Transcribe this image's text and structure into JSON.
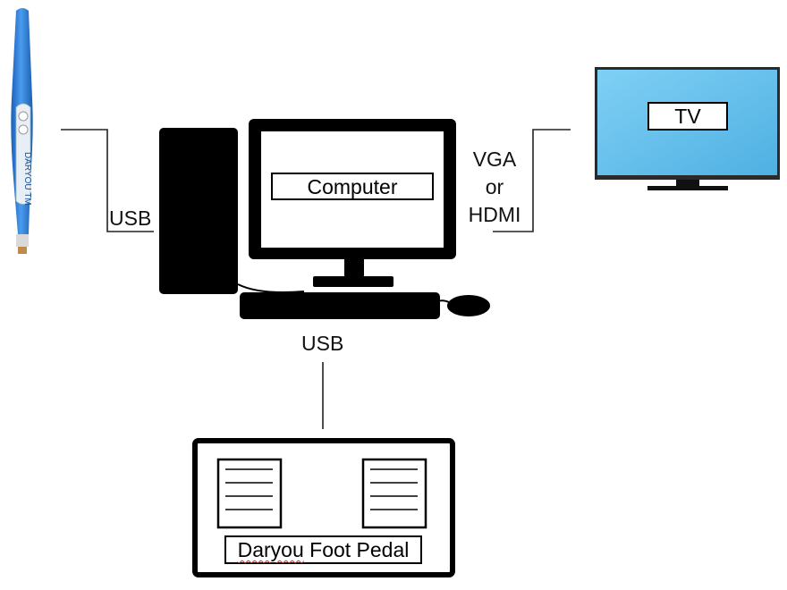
{
  "camera": {
    "brand": "DARYOU",
    "trademark": "TM",
    "color": "#2f7fd6"
  },
  "labels": {
    "usb_camera": "USB",
    "usb_pedal": "USB",
    "video_line1": "VGA",
    "video_line2": "or",
    "video_line3": "HDMI"
  },
  "computer": {
    "label": "Computer"
  },
  "tv": {
    "label": "TV",
    "screen_color": "#5fbde8"
  },
  "foot_pedal": {
    "label_word1": "Daryou",
    "label_rest": " Foot Pedal"
  }
}
